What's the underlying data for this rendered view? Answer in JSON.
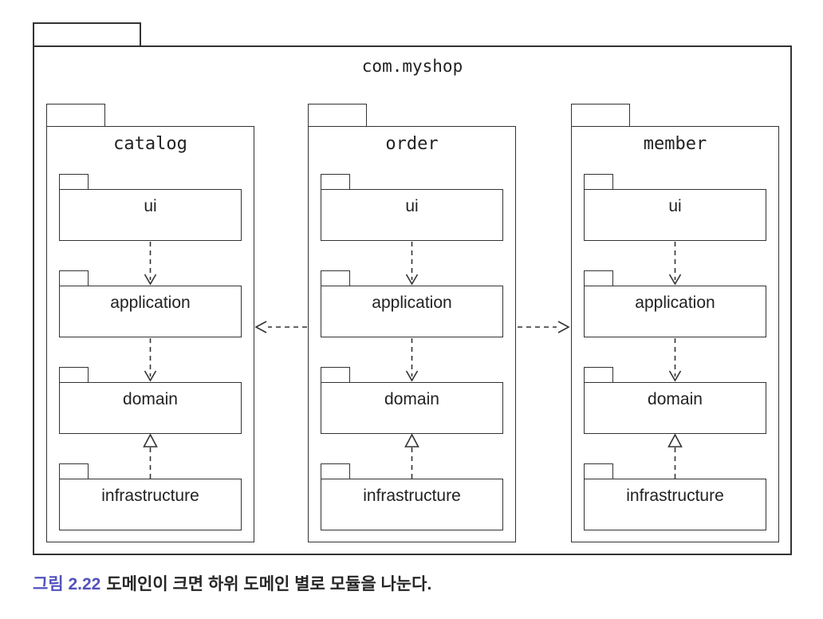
{
  "diagram": {
    "root_package": "com.myshop",
    "packages": [
      {
        "name": "catalog",
        "modules": [
          "ui",
          "application",
          "domain",
          "infrastructure"
        ]
      },
      {
        "name": "order",
        "modules": [
          "ui",
          "application",
          "domain",
          "infrastructure"
        ]
      },
      {
        "name": "member",
        "modules": [
          "ui",
          "application",
          "domain",
          "infrastructure"
        ]
      }
    ],
    "relations": [
      {
        "from": "ui",
        "to": "application",
        "type": "dependency",
        "within": "each package"
      },
      {
        "from": "application",
        "to": "domain",
        "type": "dependency",
        "within": "each package"
      },
      {
        "from": "infrastructure",
        "to": "domain",
        "type": "realization",
        "within": "each package"
      },
      {
        "from": "order",
        "to": "catalog",
        "type": "dependency"
      },
      {
        "from": "order",
        "to": "member",
        "type": "dependency"
      }
    ]
  },
  "caption": {
    "label": "그림 2.22",
    "text": "도메인이 크면 하위 도메인 별로 모듈을 나눈다."
  },
  "colors": {
    "stroke": "#333333",
    "caption_label": "#5252bc",
    "caption_text": "#262626",
    "background": "#ffffff"
  }
}
